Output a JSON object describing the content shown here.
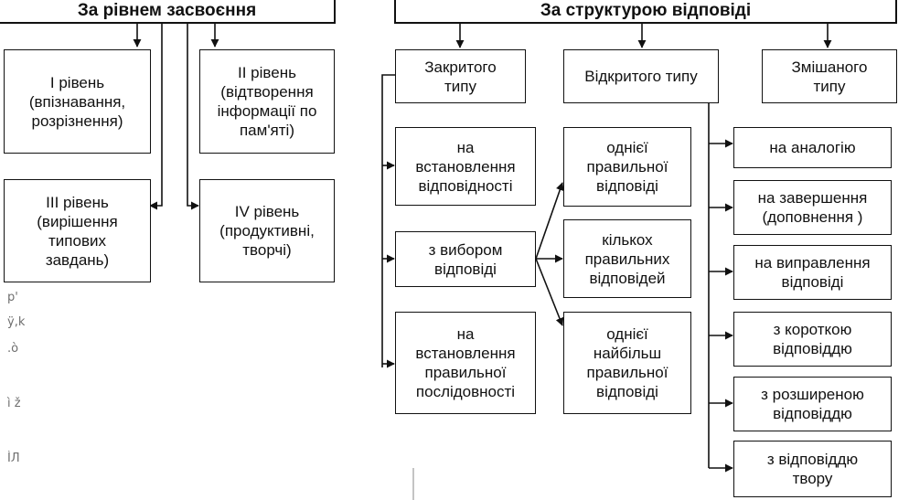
{
  "headers": {
    "mastery": "За рівнем засвоєння",
    "structure": "За структурою відповіді"
  },
  "levels": [
    "І рівень\n(впізнавання,\nрозрізнення)",
    "ІІ рівень\n(відтворення\nінформації по\nпам'яті)",
    "ІІІ рівень\n(вирішення\nтипових\nзавдань)",
    "IV  рівень\n(продуктивні,\nтворчі)"
  ],
  "types": [
    "Закритого\nтипу",
    "Відкритого типу",
    "Змішаного\nтипу"
  ],
  "closed_subtypes": [
    "на\nвстановлення\nвідповідності",
    "з вибором\nвідповіді",
    "на\nвстановлення\nправильної\nпослідовності"
  ],
  "choice_subtypes": [
    "однієї\nправильної\nвідповіді",
    "кількох\nправильних\nвідповідей",
    "однієї\nнайбільш\nправильної\nвідповіді"
  ],
  "open_subtypes": [
    "на аналогію",
    "на завершення\n(доповнення )",
    "на виправлення\nвідповіді",
    "з короткою\nвідповіддю",
    "з розширеною\nвідповіддю",
    "з відповіддю\nтвору"
  ],
  "scan_artifacts": [
    "р'",
    "ÿ,k",
    ".ò",
    "ì ž",
    "ÌЛ"
  ]
}
